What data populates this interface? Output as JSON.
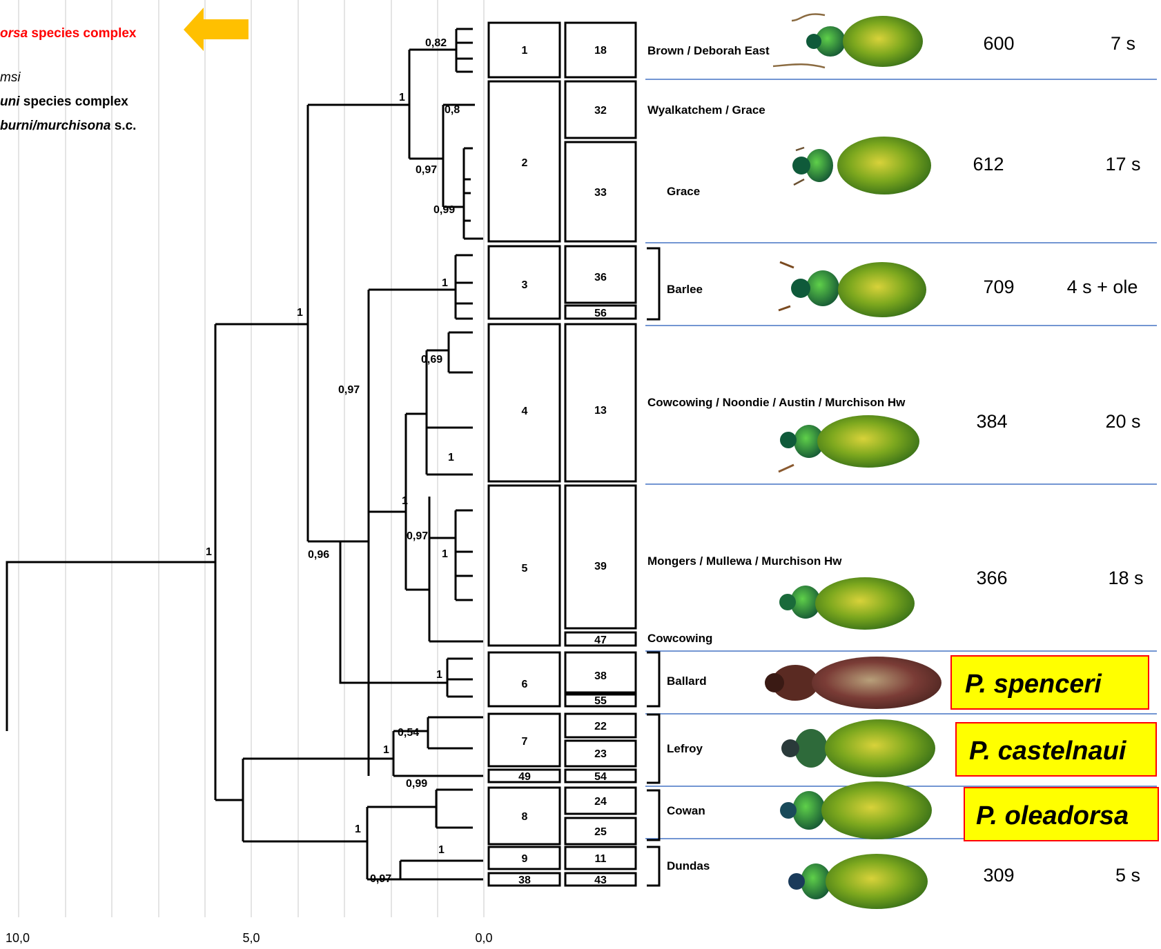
{
  "legend": {
    "line1_italic": "orsa",
    "line1_rest": " species complex",
    "line2_italic": "msi",
    "line3_italic": "uni",
    "line3_rest": " species complex",
    "line4_italic": "burni/murchisona",
    "line4_rest": " s.c.",
    "arrow_color": "#ffc000",
    "accent_red": "#ff0000"
  },
  "axis": {
    "ticks": [
      "10,0",
      "5,0",
      "0,0"
    ]
  },
  "support_values": [
    "0,82",
    "1",
    "0,8",
    "0,97",
    "0,99",
    "1",
    "1",
    "0,69",
    "0,97",
    "1",
    "1",
    "0,97",
    "1",
    "0,96",
    "1",
    "1",
    "0,54",
    "1",
    "0,99",
    "1",
    "1",
    "0,97"
  ],
  "clusters": [
    {
      "id": "1",
      "haplo": [
        "18"
      ]
    },
    {
      "id": "2",
      "haplo": [
        "32",
        "33"
      ]
    },
    {
      "id": "3",
      "haplo": [
        "36",
        "56"
      ]
    },
    {
      "id": "4",
      "haplo": [
        "13"
      ]
    },
    {
      "id": "5",
      "haplo": [
        "39",
        "47"
      ]
    },
    {
      "id": "6",
      "haplo": [
        "38",
        "55"
      ]
    },
    {
      "id": "7",
      "sub": "49",
      "haplo": [
        "22",
        "23",
        "54"
      ]
    },
    {
      "id": "8",
      "haplo": [
        "24",
        "25"
      ]
    },
    {
      "id": "9",
      "sub": "38",
      "haplo": [
        "11",
        "43"
      ]
    }
  ],
  "localities": [
    "Brown / Deborah East",
    "Wyalkatchem / Grace",
    "Grace",
    "Barlee",
    "Cowcowing / Noondie / Austin / Murchison Hw",
    "Mongers / Mullewa / Murchison Hw",
    "Cowcowing",
    "Ballard",
    "Lefroy",
    "Cowan",
    "Dundas"
  ],
  "counts": [
    {
      "n": "600",
      "s": "7 s"
    },
    {
      "n": "612",
      "s": "17 s"
    },
    {
      "n": "709",
      "s": "4 s + ole"
    },
    {
      "n": "384",
      "s": "20 s"
    },
    {
      "n": "366",
      "s": "18 s"
    },
    {
      "n": "309",
      "s": "5 s"
    }
  ],
  "species_labels": [
    "P. spenceri",
    "P. castelnaui",
    "P. oleadorsa"
  ],
  "colors": {
    "species_fill": "#ffff00",
    "species_border": "#ff0000",
    "separator": "#4472c4",
    "grid": "#bfbfbf"
  }
}
